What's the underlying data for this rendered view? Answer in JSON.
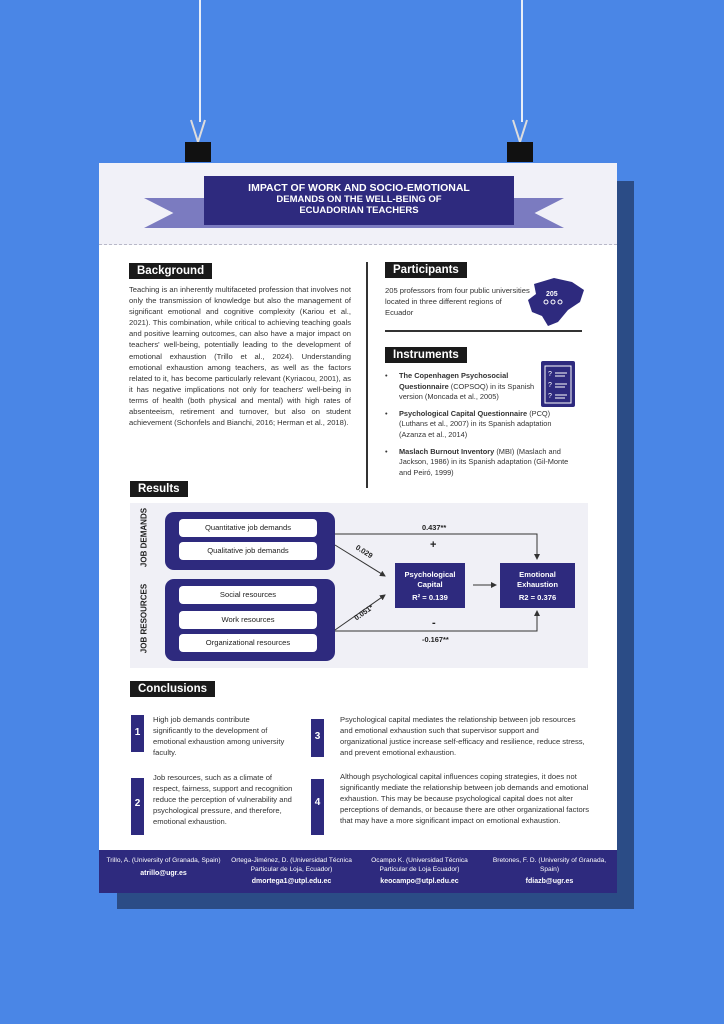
{
  "title": {
    "line1": "IMPACT OF WORK AND SOCIO-EMOTIONAL",
    "line2": "DEMANDS ON THE WELL-BEING OF",
    "line3": "ECUADORIAN TEACHERS"
  },
  "background": {
    "heading": "Background",
    "text": "Teaching is an inherently multifaceted profession that involves not only the transmission of knowledge but also the management of significant emotional and cognitive complexity (Kariou et al., 2021). This combination, while critical to achieving teaching goals and positive learning outcomes, can also have a major impact on teachers' well-being, potentially leading to the development of emotional exhaustion (Trillo et al., 2024). Understanding emotional exhaustion among teachers, as well as the factors related to it, has become particularly relevant (Kyriacou, 2001), as it has negative implications not only for teachers' well-being in terms of health (both physical and mental) with high rates of absenteeism, retirement and turnover, but also on student achievement (Schonfels and Bianchi, 2016; Herman et al., 2018)."
  },
  "participants": {
    "heading": "Participants",
    "text": "205 professors from four public universities located in three different regions of Ecuador",
    "map_count": "205"
  },
  "instruments": {
    "heading": "Instruments",
    "items": [
      {
        "bold": "The Copenhagen Psychosocial Questionnaire",
        "rest": " (COPSOQ) in its Spanish version (Moncada et al., 2005)"
      },
      {
        "bold": "Psychological Capital Questionnaire",
        "rest": " (PCQ) (Luthans et al., 2007) in its Spanish adaptation (Azanza et al., 2014)"
      },
      {
        "bold": "Maslach Burnout Inventory",
        "rest": " (MBI) (Maslach and Jackson, 1986) in its Spanish adaptation (Gil-Monte and Peiró, 1999)"
      }
    ]
  },
  "results": {
    "heading": "Results",
    "job_demands": "JOB DEMANDS",
    "job_resources": "JOB RESOURCES",
    "demands": [
      "Quantitative job demands",
      "Qualitative job demands"
    ],
    "resources": [
      "Social resources",
      "Work resources",
      "Organizational resources"
    ],
    "psycap": {
      "l1": "Psychological",
      "l2": "Capital",
      "r2": "R² = 0.139"
    },
    "exhaustion": {
      "l1": "Emotional",
      "l2": "Exhaustion",
      "r2": "R2 = 0.376"
    },
    "coef_top": "0.437**",
    "sign_plus": "+",
    "coef_demands_pc": "0.029",
    "coef_resources_pc": "0.051*",
    "sign_minus": "-",
    "coef_bottom": "-0.167**"
  },
  "conclusions": {
    "heading": "Conclusions",
    "items": [
      {
        "num": "1",
        "text": "High job demands contribute significantly to the development of emotional exhaustion among university faculty."
      },
      {
        "num": "2",
        "text": "Job resources, such as a climate of respect, fairness, support and recognition reduce the perception of vulnerability and psychological pressure, and therefore, emotional exhaustion."
      },
      {
        "num": "3",
        "text": "Psychological capital mediates the relationship between job resources and emotional exhaustion such that supervisor support and organizational justice increase self-efficacy and resilience, reduce stress, and prevent emotional exhaustion."
      },
      {
        "num": "4",
        "text": "Although psychological capital influences coping strategies, it does not significantly mediate the relationship between job demands and emotional exhaustion. This may be because psychological capital does not alter perceptions of demands, or because there are other organizational factors that may have a more significant impact on emotional exhaustion."
      }
    ]
  },
  "authors": [
    {
      "name": "Trillo, A. (University of Granada, Spain)",
      "email": "atrillo@ugr.es"
    },
    {
      "name": "Ortega-Jiménez, D. (Universidad Técnica Particular de Loja, Ecuador)",
      "email": "dmortega1@utpl.edu.ec"
    },
    {
      "name": "Ocampo K. (Universidad Técnica Particular de Loja Ecuador)",
      "email": "keocampo@utpl.edu.ec"
    },
    {
      "name": "Bretones, F. D. (University of Granada, Spain)",
      "email": "fdiazb@ugr.es"
    }
  ],
  "colors": {
    "background": "#4A86E6",
    "navy": "#2E2A7E",
    "ribbon": "#7B7BC0"
  }
}
